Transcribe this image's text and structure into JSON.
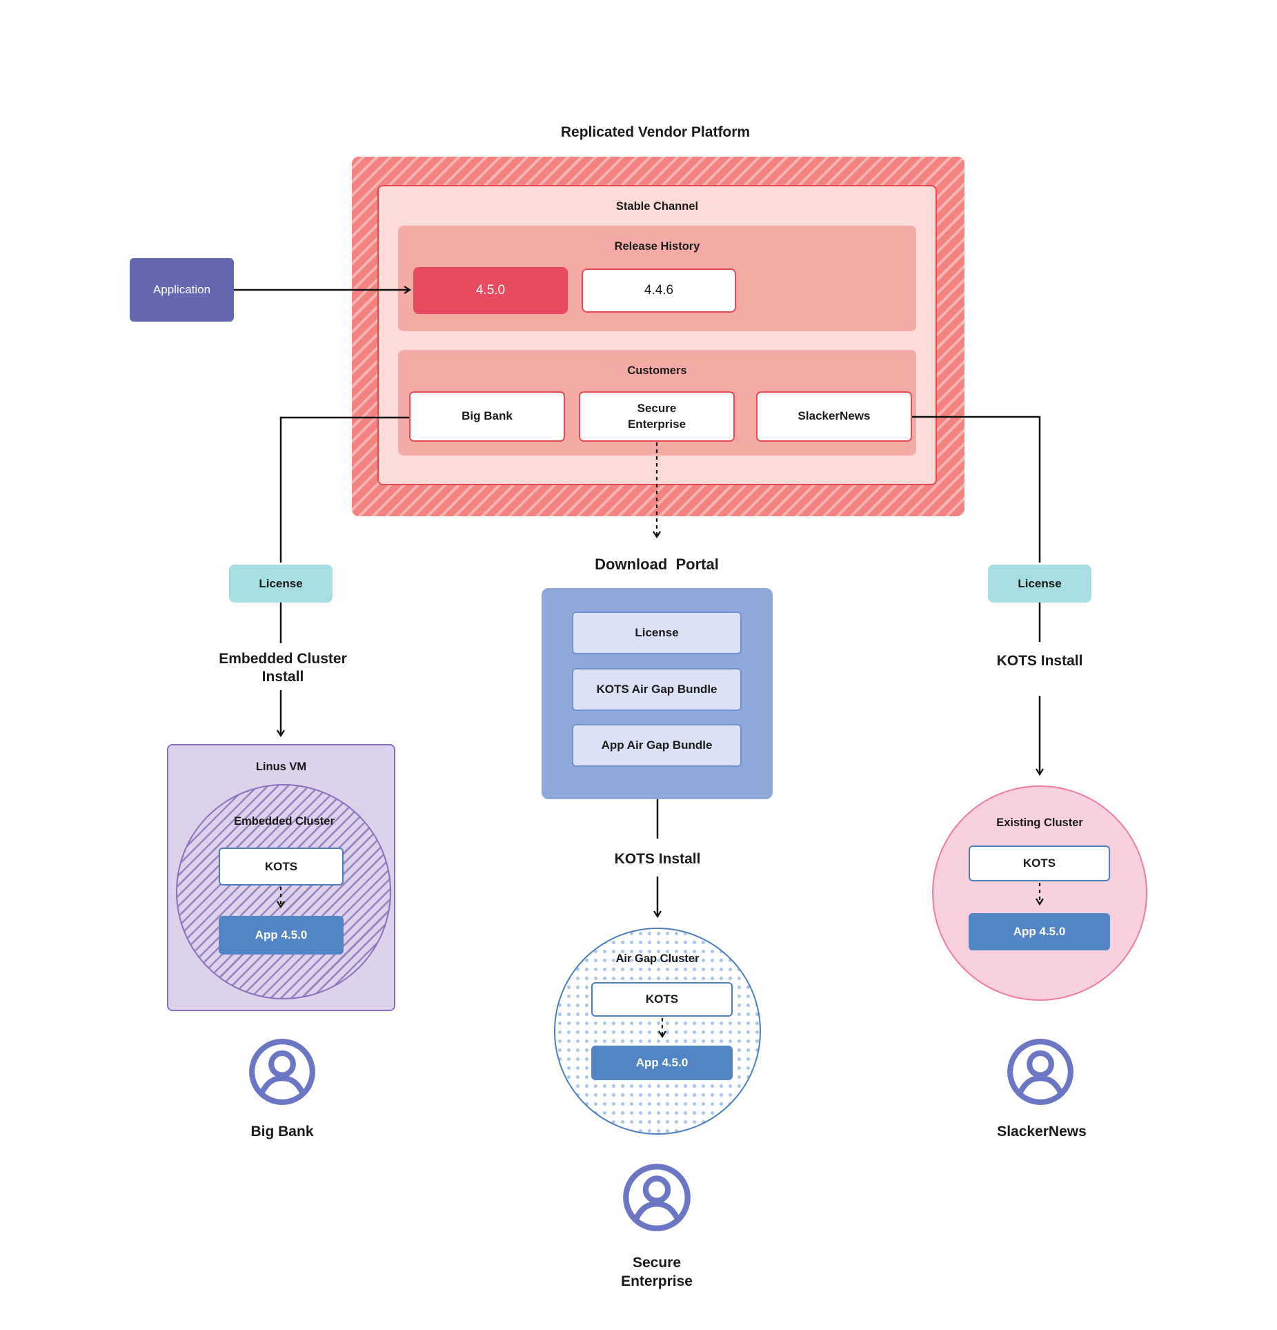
{
  "title": "Replicated Vendor Platform",
  "colors": {
    "text": "#1a1a1a",
    "line": "#111111",
    "red_hatch_base": "#f4837f",
    "red_hatch_stripe": "#f9b6b2",
    "stable_fill": "#fbdcd8",
    "red_border": "#e84a54",
    "salmon_fill": "#f5aba5",
    "crimson": "#e84a5f",
    "app_purple": "#6467af",
    "teal": "#a9dde4",
    "portal_blue": "#8fa9da",
    "portal_item_fill": "#dbe1f6",
    "portal_item_border": "#6d92cc",
    "kots_border": "#4d7fc0",
    "app_blue": "#5285c5",
    "lavender": "#dcd2ec",
    "purple_border": "#8a6fbe",
    "purple_stripe": "#9b7fc4",
    "pink_fill": "#f9d1dd",
    "pink_border": "#ef7ba4",
    "dot_blue": "#aac8ea",
    "person_purple": "#6b77c4"
  },
  "application": {
    "label": "Application"
  },
  "platform": {
    "stable_channel_label": "Stable Channel",
    "release_history": {
      "label": "Release History",
      "releases": [
        {
          "version": "4.5.0",
          "highlighted": "true"
        },
        {
          "version": "4.4.6",
          "highlighted": "false"
        }
      ]
    },
    "customers": {
      "label": "Customers",
      "items": [
        "Big Bank",
        "Secure\nEnterprise",
        "SlackerNews"
      ]
    }
  },
  "left_branch": {
    "license": "License",
    "install": "Embedded Cluster\nInstall",
    "vm": "Linus VM",
    "cluster": "Embedded Cluster",
    "kots": "KOTS",
    "app": "App 4.5.0",
    "user": "Big Bank"
  },
  "middle_branch": {
    "portal_title": "Download  Portal",
    "items": [
      "License",
      "KOTS Air Gap Bundle",
      "App Air Gap Bundle"
    ],
    "install": "KOTS Install",
    "cluster": "Air Gap Cluster",
    "kots": "KOTS",
    "app": "App 4.5.0",
    "user": "Secure\nEnterprise"
  },
  "right_branch": {
    "license": "License",
    "install": "KOTS Install",
    "cluster": "Existing Cluster",
    "kots": "KOTS",
    "app": "App 4.5.0",
    "user": "SlackerNews"
  }
}
